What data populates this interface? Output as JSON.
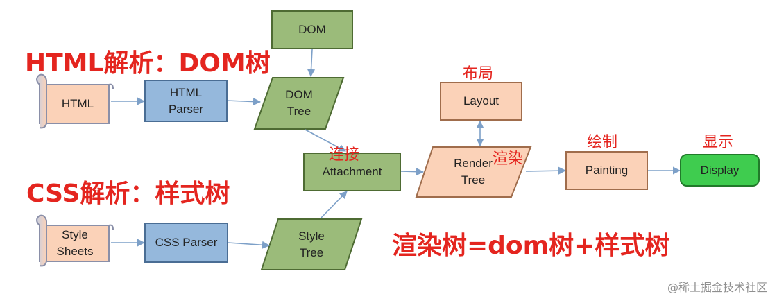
{
  "headings": {
    "html_parse": "HTML解析：DOM树",
    "css_parse": "CSS解析：样式树",
    "render_tree_formula": "渲染树=dom树+样式树"
  },
  "nodes": {
    "dom": "DOM",
    "html": "HTML",
    "html_parser": "HTML\nParser",
    "dom_tree": "DOM\nTree",
    "attachment": "Attachment",
    "render_tree": "Render\nTree",
    "layout": "Layout",
    "painting": "Painting",
    "display": "Display",
    "style_sheets": "Style\nSheets",
    "css_parser": "CSS Parser",
    "style_tree": "Style\nTree"
  },
  "annotations": {
    "layout": "布局",
    "connect": "连接",
    "render": "渲染",
    "paint": "绘制",
    "show": "显示"
  },
  "watermark": "@稀土掘金技术社区",
  "colors": {
    "red": "#e4251f",
    "green_box": "#9bbb7a",
    "blue_box": "#95b8dc",
    "peach_box": "#fbd2b8",
    "display_box": "#3fcc4f",
    "arrow": "#7da0c8"
  }
}
